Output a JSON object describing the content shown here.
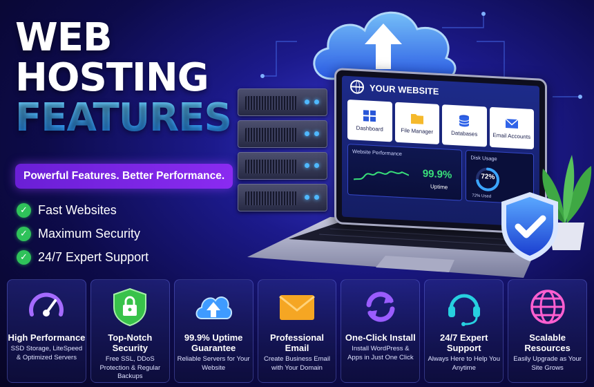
{
  "hero": {
    "title_line1": "WEB",
    "title_line2": "HOSTING",
    "title_line3": "FEATURES",
    "tagline": "Powerful Features. Better Performance.",
    "checklist": [
      "Fast Websites",
      "Maximum Security",
      "24/7 Expert Support"
    ]
  },
  "laptop": {
    "site_title": "YOUR WEBSITE",
    "apps": [
      "Dashboard",
      "File Manager",
      "Databases",
      "Email Accounts"
    ],
    "performance_label": "Website Performance",
    "performance_value": "99.9%",
    "performance_sub": "Uptime",
    "disk_label": "Disk Usage",
    "disk_percent": "72%",
    "disk_fraction": 0.72,
    "disk_used": "72% Used"
  },
  "features": [
    {
      "icon": "speedometer-icon",
      "title": "High Performance",
      "desc": "SSD Storage, LiteSpeed & Optimized Servers"
    },
    {
      "icon": "lock-shield-icon",
      "title": "Top-Notch Security",
      "desc": "Free SSL, DDoS Protection & Regular Backups"
    },
    {
      "icon": "cloud-upload-icon",
      "title": "99.9% Uptime Guarantee",
      "desc": "Reliable Servers for Your Website"
    },
    {
      "icon": "envelope-icon",
      "title": "Professional Email",
      "desc": "Create Business Email with Your Domain"
    },
    {
      "icon": "sync-arrows-icon",
      "title": "One-Click Install",
      "desc": "Install WordPress & Apps in Just One Click"
    },
    {
      "icon": "headset-icon",
      "title": "24/7 Expert Support",
      "desc": "Always Here to Help You Anytime"
    },
    {
      "icon": "globe-icon",
      "title": "Scalable Resources",
      "desc": "Easily Upgrade as Your Site Grows"
    }
  ],
  "colors": {
    "accent_blue": "#1e8cff",
    "tagline_purple": "#7a25e6",
    "check_green": "#2fc25a",
    "uptime_green": "#39e07a"
  }
}
